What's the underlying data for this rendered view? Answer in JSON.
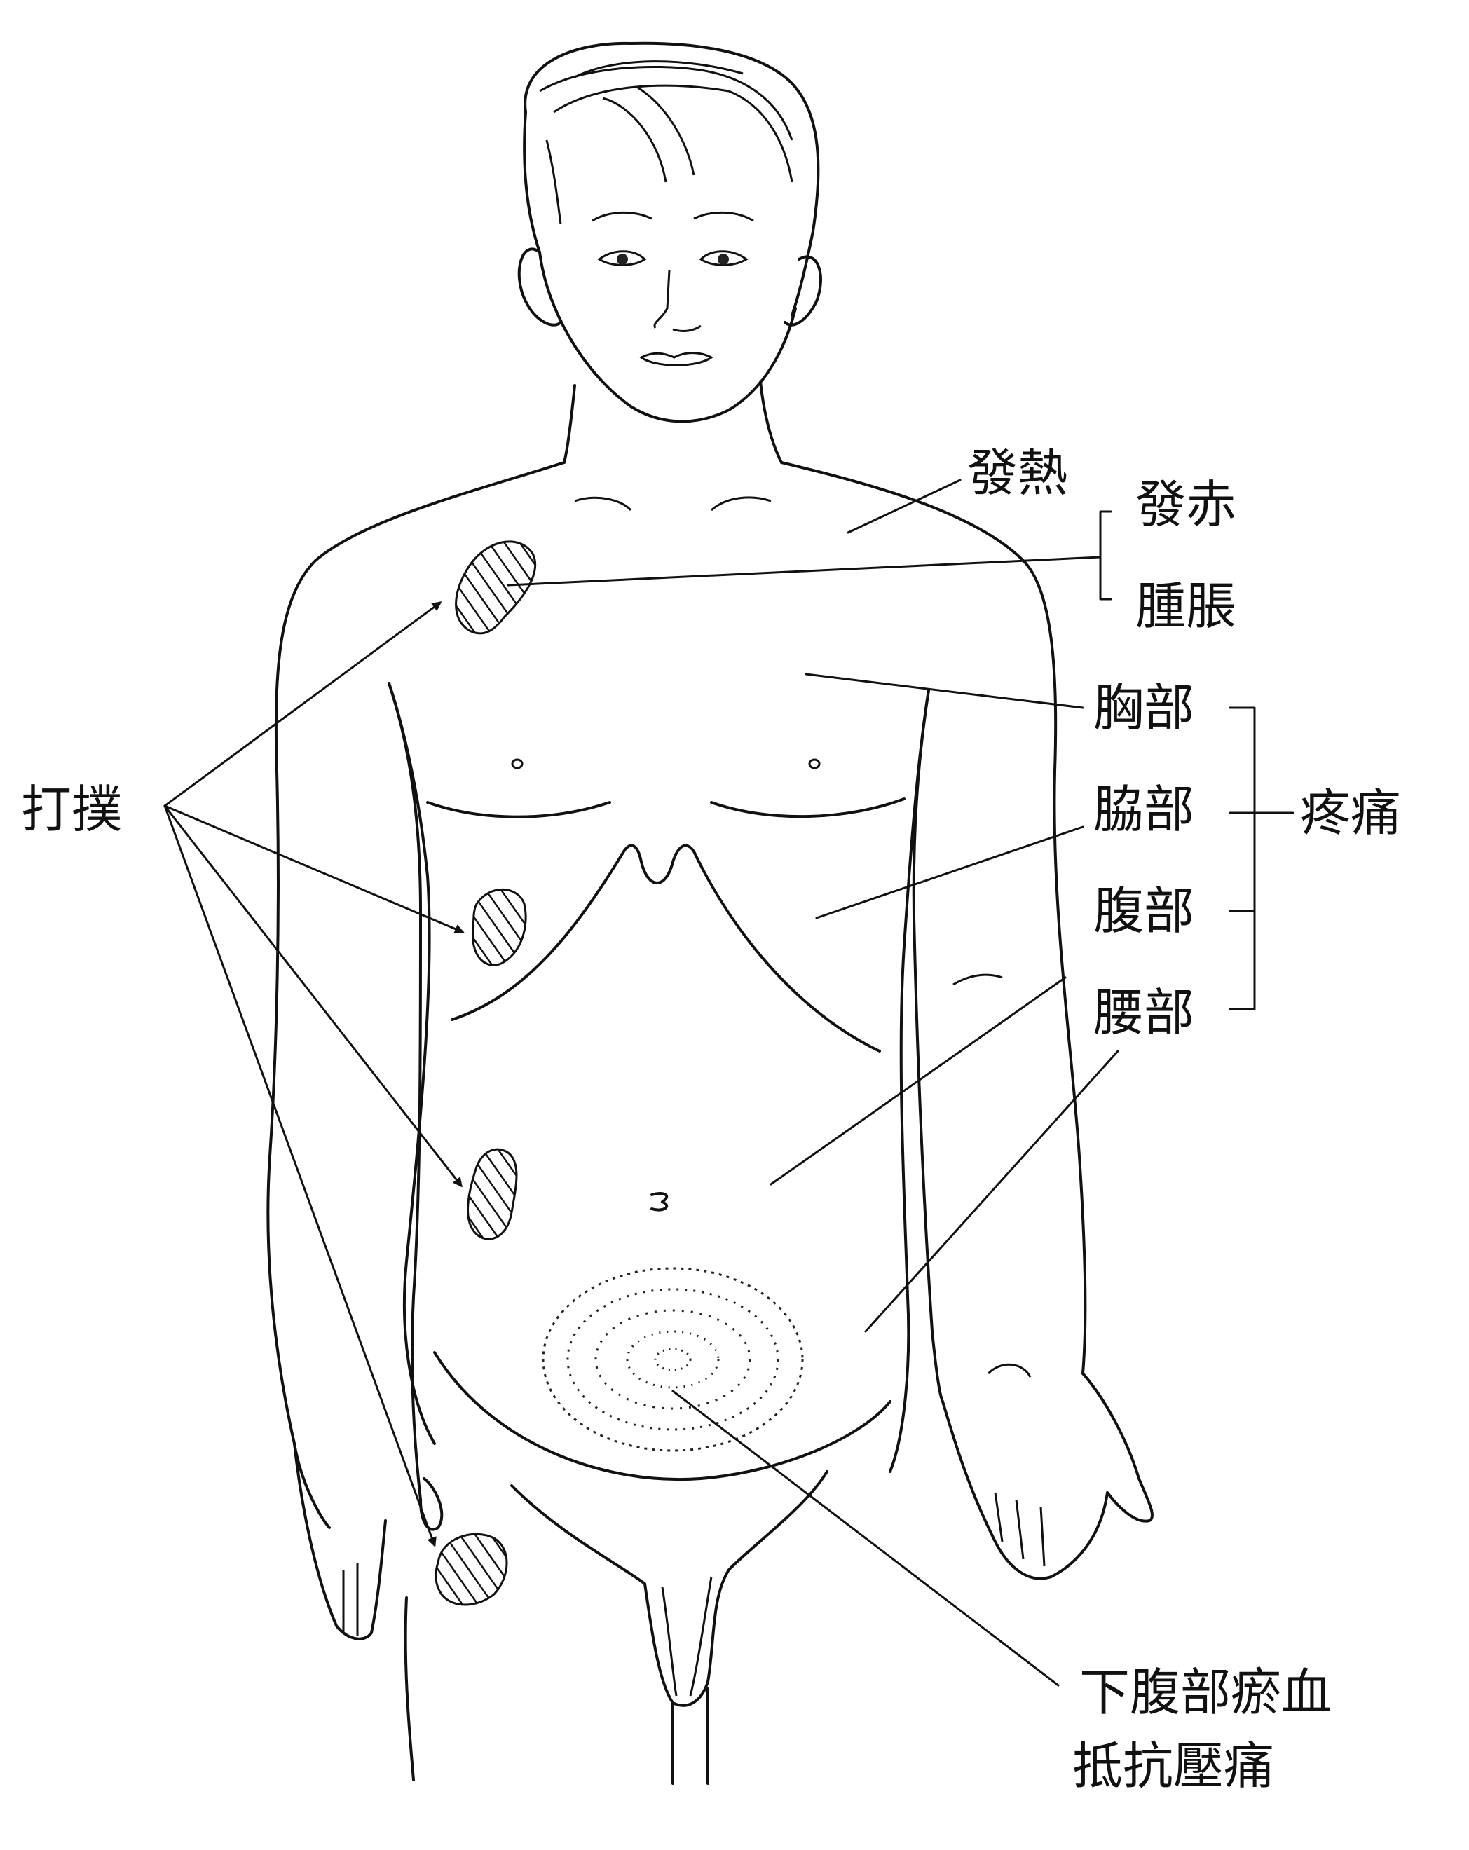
{
  "labels": {
    "fever": "發熱",
    "redness": "發赤",
    "swelling": "腫脹",
    "chest": "胸部",
    "flank": "脇部",
    "abdomen": "腹部",
    "lumbar": "腰部",
    "pain": "疼痛",
    "bruise": "打撲",
    "lower_abdomen_line1": "下腹部瘀血",
    "lower_abdomen_line2": "抵抗壓痛"
  }
}
